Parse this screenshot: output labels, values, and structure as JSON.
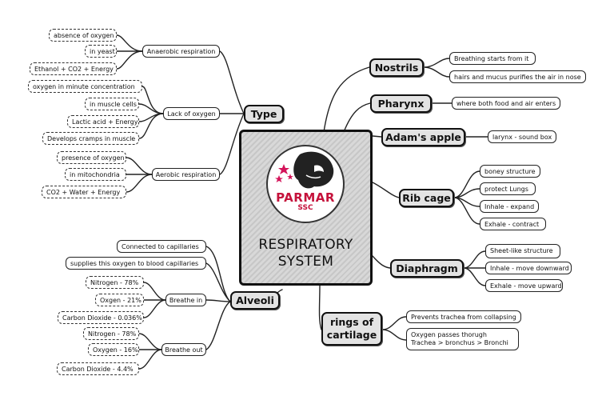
{
  "center": {
    "brand": "PARMAR",
    "brand_sub": "SSC",
    "title_line1": "RESPIRATORY",
    "title_line2": "SYSTEM"
  },
  "type": {
    "label": "Type",
    "anaerobic": {
      "label": "Anaerobic respiration",
      "items": [
        "absence of oxygen",
        "in yeast",
        "Ethanol + CO2 + Energy"
      ]
    },
    "lack": {
      "label": "Lack of oxygen",
      "items": [
        "oxygen in minute concentration",
        "in muscle cells",
        "Lactic acid + Energy",
        "Develops cramps in muscle"
      ]
    },
    "aerobic": {
      "label": "Aerobic respiration",
      "items": [
        "presence of oxygen",
        "in mitochondria",
        "CO2 + Water + Energy"
      ]
    }
  },
  "alveoli": {
    "label": "Alveoli",
    "items": [
      "Connected to capillaries",
      "supplies this oxygen to blood capillaries"
    ],
    "breathe_in": {
      "label": "Breathe in",
      "items": [
        "Nitrogen - 78%",
        "Oxgen - 21%",
        "Carbon Dioxide - 0.036%"
      ]
    },
    "breathe_out": {
      "label": "Breathe out",
      "items": [
        "Nitrogen - 78%",
        "Oxygen - 16%",
        "Carbon Dioxide - 4.4%"
      ]
    }
  },
  "nostrils": {
    "label": "Nostrils",
    "items": [
      "Breathing starts from it",
      "hairs and mucus purifies the air in nose"
    ]
  },
  "pharynx": {
    "label": "Pharynx",
    "items": [
      "where both food and air enters"
    ]
  },
  "adams_apple": {
    "label": "Adam's apple",
    "items": [
      "larynx - sound box"
    ]
  },
  "rib_cage": {
    "label": "Rib cage",
    "items": [
      "boney structure",
      "protect Lungs",
      "Inhale - expand",
      "Exhale - contract"
    ]
  },
  "diaphragm": {
    "label": "Diaphragm",
    "items": [
      "Sheet-like structure",
      "Inhale - move downward",
      "Exhale - move upward"
    ]
  },
  "rings": {
    "label_line1": "rings of",
    "label_line2": "cartilage",
    "items": [
      "Prevents trachea from collapsing"
    ],
    "item2_line1": "Oxygen passes thorugh",
    "item2_line2": "Trachea > bronchus > Bronchi"
  }
}
